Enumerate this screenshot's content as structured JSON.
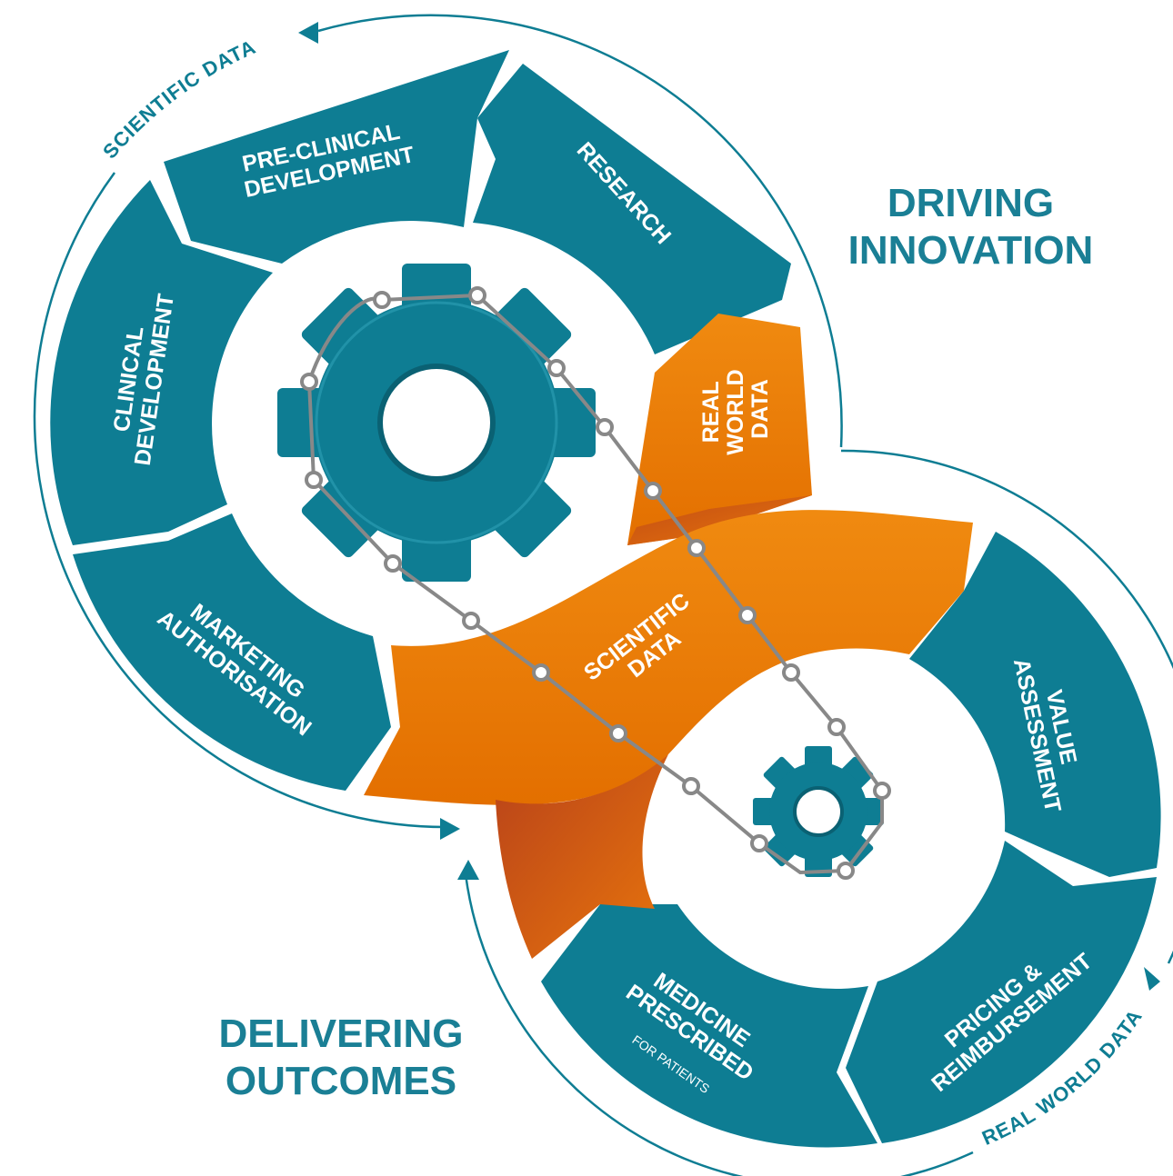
{
  "titles": {
    "driving": [
      "DRIVING",
      "INNOVATION"
    ],
    "delivering": [
      "DELIVERING",
      "OUTCOMES"
    ]
  },
  "arc_labels": {
    "top": "SCIENTIFIC DATA",
    "bottom": "REAL WORLD DATA"
  },
  "upper_cycle": {
    "research": [
      "RESEARCH"
    ],
    "preclinical": [
      "PRE-CLINICAL",
      "DEVELOPMENT"
    ],
    "clinical": [
      "CLINICAL",
      "DEVELOPMENT"
    ],
    "marketing": [
      "MARKETING",
      "AUTHORISATION"
    ]
  },
  "lower_cycle": {
    "value": [
      "VALUE",
      "ASSESSMENT"
    ],
    "pricing": [
      "PRICING &",
      "REIMBURSEMENT"
    ],
    "medicine": [
      "MEDICINE",
      "PRESCRIBED"
    ],
    "medicine_sub": "FOR PATIENTS"
  },
  "bands": {
    "real_world": [
      "REAL",
      "WORLD",
      "DATA"
    ],
    "scientific": [
      "SCIENTIFIC",
      "DATA"
    ]
  },
  "colors": {
    "teal": "#0e7d93",
    "teal_dark": "#0a6173",
    "orange": "#ee7d00",
    "orange_dark": "#c7521a",
    "chain": "#888888",
    "title": "#1a7f95"
  },
  "icons": [
    "gear-icon",
    "chain-icon",
    "arrow-icon"
  ]
}
